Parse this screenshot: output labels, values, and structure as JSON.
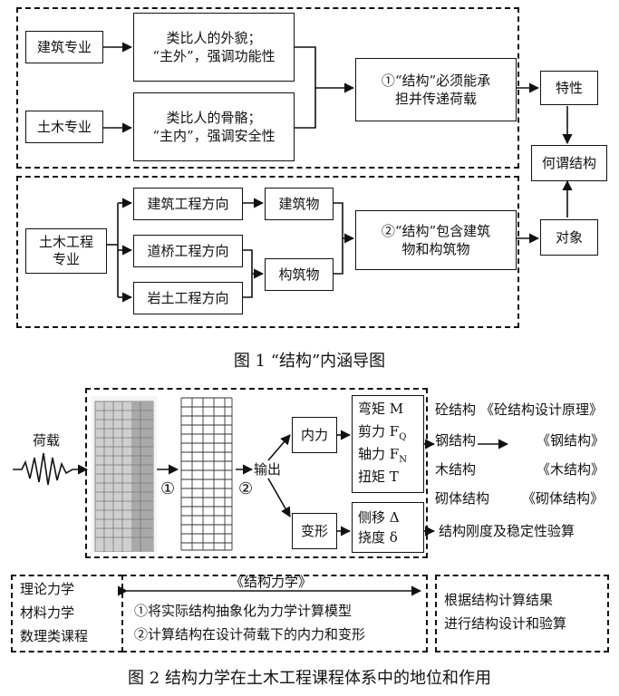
{
  "fig1": {
    "jianzhu_major": "建筑专业",
    "tumu_major": "土木专业",
    "jianzhu_desc_l1": "类比人的外貌；",
    "jianzhu_desc_l2": "“主外”，强调功能性",
    "tumu_desc_l1": "类比人的骨骼；",
    "tumu_desc_l2": "“主内”，强调安全性",
    "point1_l1": "①“结构”必须能承",
    "point1_l2": "担并传递荷载",
    "feature": "特性",
    "what_is_structure": "何谓结构",
    "tumu_eng_l1": "土木工程",
    "tumu_eng_l2": "专业",
    "dir_building": "建筑工程方向",
    "dir_bridge": "道桥工程方向",
    "dir_geo": "岩土工程方向",
    "building": "建筑物",
    "structure_work": "构筑物",
    "point2_l1": "②“结构”包含建筑",
    "point2_l2": "物和构筑物",
    "object": "对象",
    "caption": "图 1  “结构”内涵导图"
  },
  "fig2": {
    "load": "荷载",
    "step1": "①",
    "step2": "②",
    "output": "输出",
    "internal_force": "内力",
    "deformation": "变形",
    "forces": [
      "弯矩 M",
      "剪力 F",
      "轴力 F",
      "扭矩 T"
    ],
    "force_subs": [
      "",
      "Q",
      "N",
      ""
    ],
    "defs": [
      "侧移 Δ",
      "挠度 δ"
    ],
    "struct_types": [
      {
        "name": "砼结构",
        "book": "《砼结构设计原理》"
      },
      {
        "name": "钢结构",
        "book": "《钢结构》"
      },
      {
        "name": "木结构",
        "book": "《木结构》"
      },
      {
        "name": "砌体结构",
        "book": "《砌体结构》"
      }
    ],
    "check": "结构刚度及稳定性验算",
    "prereq": [
      "理论力学",
      "材料力学",
      "数理类课程"
    ],
    "course": "《结构力学》",
    "course_p1": "①将实际结构抽象化为力学计算模型",
    "course_p2": "②计算结构在设计荷载下的内力和变形",
    "result_l1": "根据结构计算结果",
    "result_l2": "进行结构设计和验算",
    "caption": "图 2  结构力学在土木工程课程体系中的地位和作用"
  }
}
